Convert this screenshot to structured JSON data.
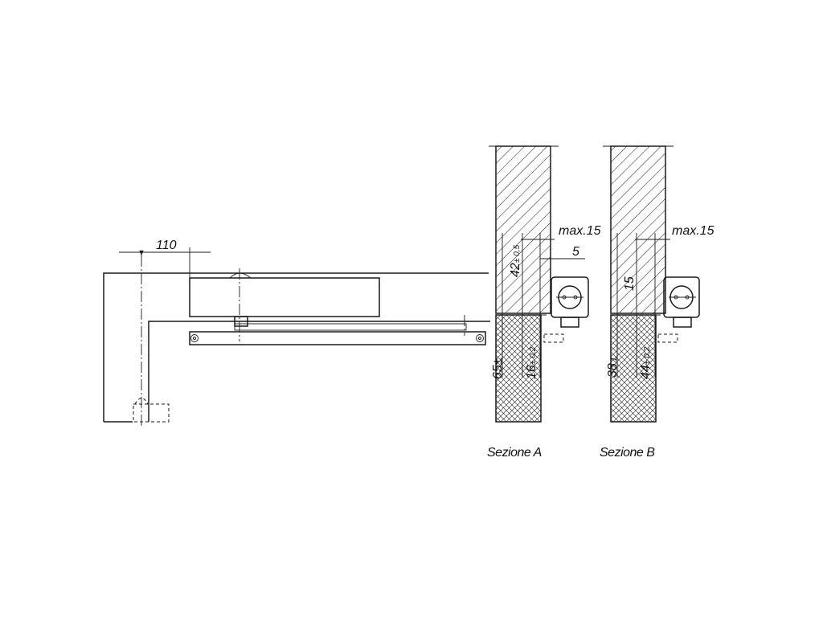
{
  "plan_view": {
    "dim_110": "110"
  },
  "section_a": {
    "caption": "Sezione A",
    "dim_max15": "max.15",
    "dim_5": "5",
    "dim_42": "42",
    "dim_42_tol": "± 0,5",
    "dim_65": "65±",
    "dim_16": "16",
    "dim_16_tol": "± 0,2"
  },
  "section_b": {
    "caption": "Sezione B",
    "dim_max15": "max.15",
    "dim_15": "15",
    "dim_38": "38",
    "dim_38_tol": "1",
    "dim_44": "44",
    "dim_44_tol": "± 0,2"
  },
  "colors": {
    "line": "#1a1a1a",
    "background": "#ffffff"
  }
}
